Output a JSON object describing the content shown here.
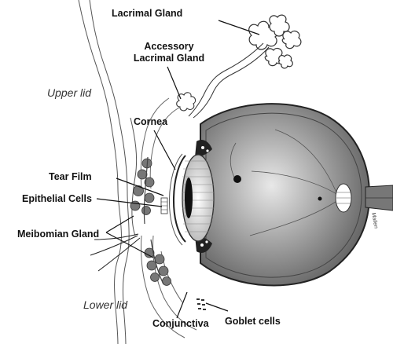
{
  "labels": {
    "lacrimal_gland": "Lacrimal Gland",
    "accessory_lacrimal_gland_line1": "Accessory",
    "accessory_lacrimal_gland_line2": "Lacrimal Gland",
    "upper_lid": "Upper lid",
    "cornea": "Cornea",
    "tear_film": "Tear Film",
    "epithelial_cells": "Epithelial Cells",
    "meibomian_gland": "Meibomian Gland",
    "lower_lid": "Lower lid",
    "conjunctiva": "Conjunctiva",
    "goblet_cells": "Goblet cells"
  },
  "signature": "Mallen"
}
